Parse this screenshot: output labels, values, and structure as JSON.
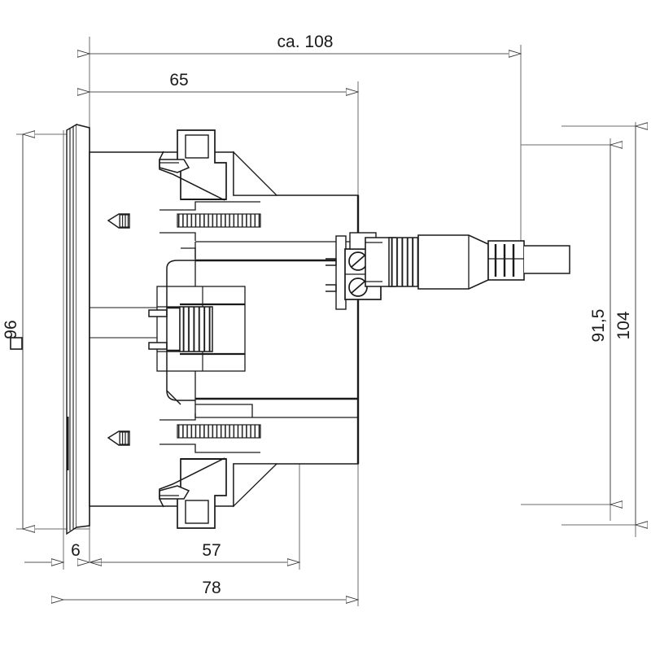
{
  "drawing": {
    "type": "engineering-side-view",
    "subject": "panel-mount instrument with rear screw terminals and connector cable",
    "units": "mm",
    "line_color": "#1a1a1a",
    "dimension_line_color": "#555555",
    "background_color": "#ffffff"
  },
  "dimensions": {
    "overall_depth": {
      "label": "ca. 108",
      "orientation": "horizontal",
      "position": "top"
    },
    "body_depth": {
      "label": "65",
      "orientation": "horizontal",
      "position": "top"
    },
    "bezel_thickness": {
      "label": "6",
      "orientation": "horizontal",
      "position": "bottom"
    },
    "mounting_depth": {
      "label": "57",
      "orientation": "horizontal",
      "position": "bottom"
    },
    "housing_depth": {
      "label": "78",
      "orientation": "horizontal",
      "position": "bottom"
    },
    "bezel_height": {
      "label": "96",
      "prefix_symbol": "square",
      "orientation": "vertical",
      "position": "left"
    },
    "cutout_height": {
      "label": "91,5",
      "orientation": "vertical",
      "position": "right"
    },
    "total_height": {
      "label": "104",
      "orientation": "vertical",
      "position": "right"
    }
  },
  "components": {
    "front_bezel": "front-bezel-plate",
    "housing": "main-housing-body",
    "top_clip": "top-mounting-clip",
    "bottom_clip": "bottom-mounting-clip",
    "top_screw": "top-clamp-screw",
    "bottom_screw": "bottom-clamp-screw",
    "center_stud": "center-threaded-stud",
    "terminal_block": "rear-terminal-block",
    "terminal_screw_upper": "terminal-screw-upper",
    "terminal_screw_lower": "terminal-screw-lower",
    "connector": "cable-connector-plug",
    "strain_relief": "cable-strain-relief",
    "cable": "output-cable"
  }
}
